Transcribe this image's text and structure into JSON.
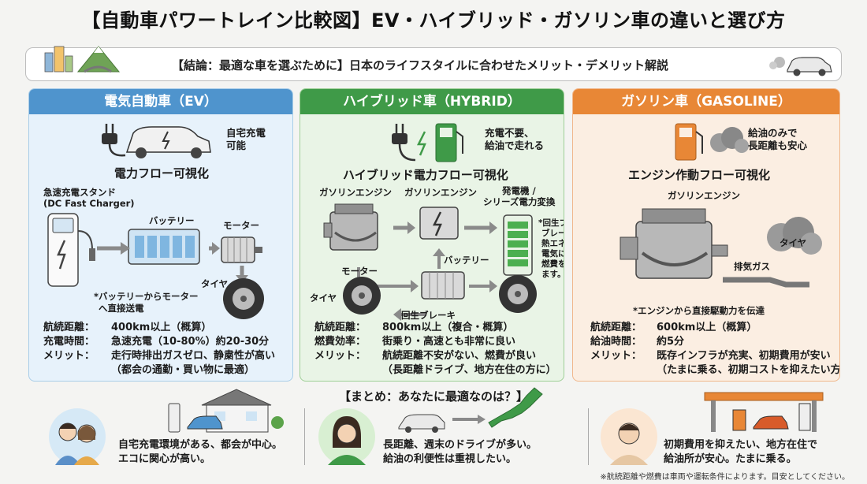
{
  "title": "【自動車パワートレイン比較図】EV・ハイブリッド・ガソリン車の違いと選び方",
  "banner": "【結論：最適な車を選ぶために】日本のライフスタイルに合わせたメリット・デメリット解説",
  "ev": {
    "heading": "電気自動車（EV）",
    "charge_note_1": "自宅充電",
    "charge_note_2": "可能",
    "flow_title": "電力フロー可視化",
    "station_1": "急速充電スタンド",
    "station_2": "(DC Fast Charger)",
    "battery": "バッテリー",
    "motor": "モーター",
    "tire": "タイヤ",
    "caption_1": "*バッテリーからモーター",
    "caption_2": "へ直接送電",
    "spec_range_label": "航続距離：",
    "spec_range": "400km以上（概算）",
    "spec_time_label": "充電時間：",
    "spec_time": "急速充電（10-80%）約20-30分",
    "spec_merit_label": "メリット：",
    "spec_merit_1": "走行時排出ガスゼロ、静粛性が高い",
    "spec_merit_2": "（都会の通勤・買い物に最適）"
  },
  "hybrid": {
    "heading": "ハイブリッド車（HYBRID）",
    "note_1": "充電不要、",
    "note_2": "給油で走れる",
    "flow_title": "ハイブリッド電力フロー可視化",
    "engine_1": "ガソリンエンジン",
    "engine_2": "ガソリンエンジン",
    "generator_1": "発電機 /",
    "generator_2": "シリーズ電力変換",
    "regen_note_1": "*回生ブレーキは、",
    "regen_note_2": "ブレーキ時の",
    "regen_note_3": "熱エネルギーを",
    "regen_note_4": "電気に変換し、",
    "regen_note_5": "燃費を向上させ",
    "regen_note_6": "ます。",
    "battery": "バッテリー",
    "motor": "モーター",
    "tire": "タイヤ",
    "regen": "回生ブレーキ",
    "spec_range_label": "航続距離：",
    "spec_range": "800km以上（複合・概算）",
    "spec_eff_label": "燃費効率：",
    "spec_eff": "街乗り・高速とも非常に良い",
    "spec_merit_label": "メリット：",
    "spec_merit_1": "航続距離不安がない、燃費が良い",
    "spec_merit_2": "（長距離ドライブ、地方在住の方に）"
  },
  "gasoline": {
    "heading": "ガソリン車（GASOLINE）",
    "note_1": "給油のみで",
    "note_2": "長距離も安心",
    "flow_title": "エンジン作動フロー可視化",
    "engine": "ガソリンエンジン",
    "tire": "タイヤ",
    "exhaust": "排気ガス",
    "caption": "*エンジンから直接駆動力を伝達",
    "spec_range_label": "航続距離：",
    "spec_range": "600km以上（概算）",
    "spec_time_label": "給油時間：",
    "spec_time": "約5分",
    "spec_merit_label": "メリット：",
    "spec_merit_1": "既存インフラが充実、初期費用が安い",
    "spec_merit_2": "（たまに乗る、初期コストを抑えたい方に）"
  },
  "summary": {
    "title": "【まとめ：あなたに最適なのは？】",
    "ev_1": "自宅充電環境がある、都会が中心。",
    "ev_2": "エコに関心が高い。",
    "hy_1": "長距離、週末のドライブが多い。",
    "hy_2": "給油の利便性は重視したい。",
    "ga_1": "初期費用を抑えたい、地方在住で",
    "ga_2": "給油所が安心。たまに乗る。"
  },
  "footer": "※航続距離や燃費は車両や運転条件によります。目安としてください。",
  "colors": {
    "ev": "#4f94cd",
    "hybrid": "#3f9a48",
    "gasoline": "#e88736",
    "arrow": "#8a8a8a"
  }
}
